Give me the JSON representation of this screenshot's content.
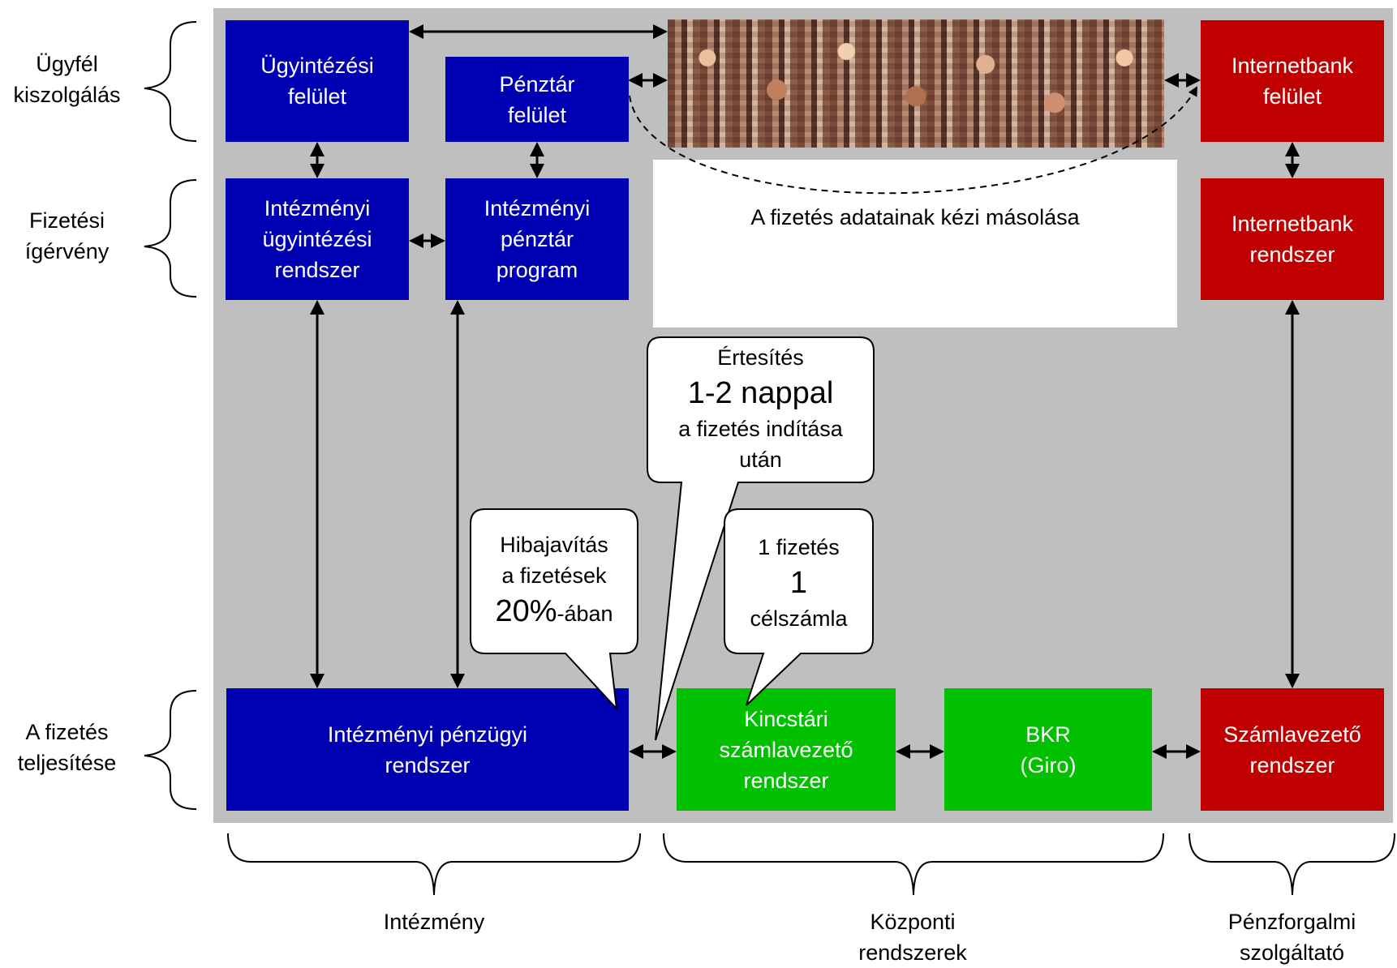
{
  "rows": {
    "customer_service": "Ügyfél\nkiszolgálás",
    "payment_promise": "Fizetési\nígérvény",
    "payment_execution": "A fizetés\nteljesítése"
  },
  "columns": {
    "institution": "Intézmény",
    "central": "Központi\nrendszerek",
    "payment_provider": "Pénzforgalmi\nszolgáltató"
  },
  "boxes": {
    "case_ui": "Ügyintézési\nfelület",
    "cashier_ui": "Pénztár\nfelület",
    "internetbank_ui": "Internetbank\nfelület",
    "inst_case_system": "Intézményi\nügyintézési\nrendszer",
    "inst_cashier_program": "Intézményi\npénztár\nprogram",
    "internetbank_system": "Internetbank\nrendszer",
    "inst_finance_system": "Intézményi pénzügyi\nrendszer",
    "treasury_account_system": "Kincstári\nszámlavezető\nrendszer",
    "bkr": "BKR\n(Giro)",
    "account_system": "Számlavezető\nrendszer"
  },
  "manual_copy_note": "A fizetés adatainak kézi másolása",
  "bubbles": {
    "notification": {
      "line1": "Értesítés",
      "big": "1-2 nappal",
      "line3": "a fizetés indítása",
      "line4": "után"
    },
    "error_fix": {
      "line1": "Hibajavítás",
      "line2": "a fizetések",
      "big": "20%",
      "suffix": "-ában"
    },
    "one_payment": {
      "line1": "1 fizetés",
      "big": "1",
      "line3": "célszámla"
    }
  },
  "colors": {
    "institution_blue": "#0000b3",
    "provider_red": "#c00000",
    "central_green": "#00c000",
    "panel_gray": "#bfbfbf"
  }
}
